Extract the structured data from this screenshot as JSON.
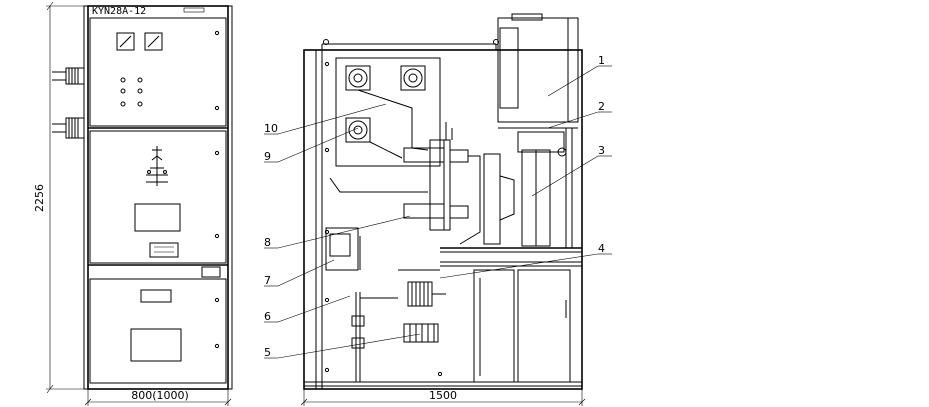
{
  "front_view": {
    "model": "KYN28A-12",
    "height_dim": "2256",
    "width_dim": "800(1000)"
  },
  "side_view": {
    "depth_dim": "1500",
    "callouts": [
      {
        "label": "1"
      },
      {
        "label": "2"
      },
      {
        "label": "3"
      },
      {
        "label": "4"
      },
      {
        "label": "5"
      },
      {
        "label": "6"
      },
      {
        "label": "7"
      },
      {
        "label": "8"
      },
      {
        "label": "9"
      },
      {
        "label": "10"
      }
    ]
  }
}
